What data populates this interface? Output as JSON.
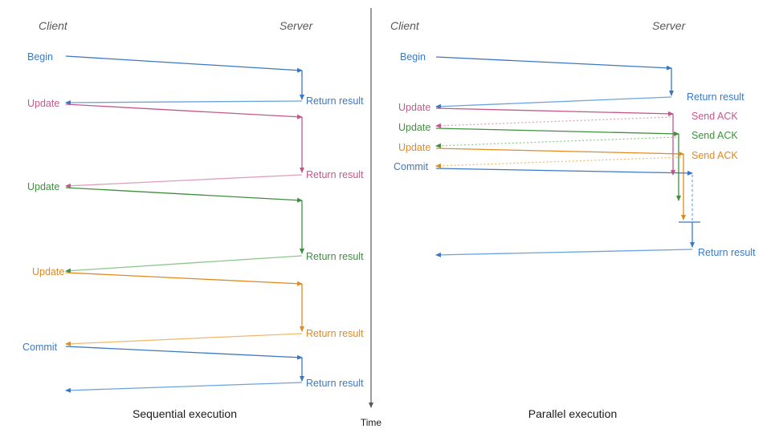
{
  "figure": {
    "title_left": "Sequential execution",
    "title_right": "Parallel execution",
    "time_axis_label": "Time"
  },
  "colors": {
    "blue": "#3b78c3",
    "blue_light": "#6ba3e0",
    "pink": "#c4588b",
    "pink_light": "#dd9ebd",
    "green": "#3f8f3f",
    "green_light": "#8cc68c",
    "orange": "#e08a20",
    "orange_light": "#f3b86a",
    "axis": "#595959",
    "text": "#1a1a1a"
  },
  "left": {
    "header_client": "Client",
    "header_server": "Server",
    "client_labels": [
      {
        "text": "Begin",
        "color": "#3b78c3"
      },
      {
        "text": "Update",
        "color": "#c4588b"
      },
      {
        "text": "Update",
        "color": "#3f8f3f"
      },
      {
        "text": "Update",
        "color": "#e08a20"
      },
      {
        "text": "Commit",
        "color": "#3b78c3"
      }
    ],
    "server_labels": [
      {
        "text": "Return result",
        "color": "#3b78c3"
      },
      {
        "text": "Return result",
        "color": "#c4588b"
      },
      {
        "text": "Return result",
        "color": "#3f8f3f"
      },
      {
        "text": "Return result",
        "color": "#e08a20"
      },
      {
        "text": "Return result",
        "color": "#3b78c3"
      }
    ]
  },
  "right": {
    "header_client": "Client",
    "header_server": "Server",
    "client_labels": [
      {
        "text": "Begin",
        "color": "#3b78c3"
      },
      {
        "text": "Update",
        "color": "#c4588b"
      },
      {
        "text": "Update",
        "color": "#3f8f3f"
      },
      {
        "text": "Update",
        "color": "#e08a20"
      },
      {
        "text": "Commit",
        "color": "#3b78c3"
      }
    ],
    "server_labels": [
      {
        "text": "Return result",
        "color": "#3b78c3"
      },
      {
        "text": "Send ACK",
        "color": "#c4588b"
      },
      {
        "text": "Send ACK",
        "color": "#3f8f3f"
      },
      {
        "text": "Send ACK",
        "color": "#e08a20"
      },
      {
        "text": "Return result",
        "color": "#3b78c3"
      }
    ]
  }
}
